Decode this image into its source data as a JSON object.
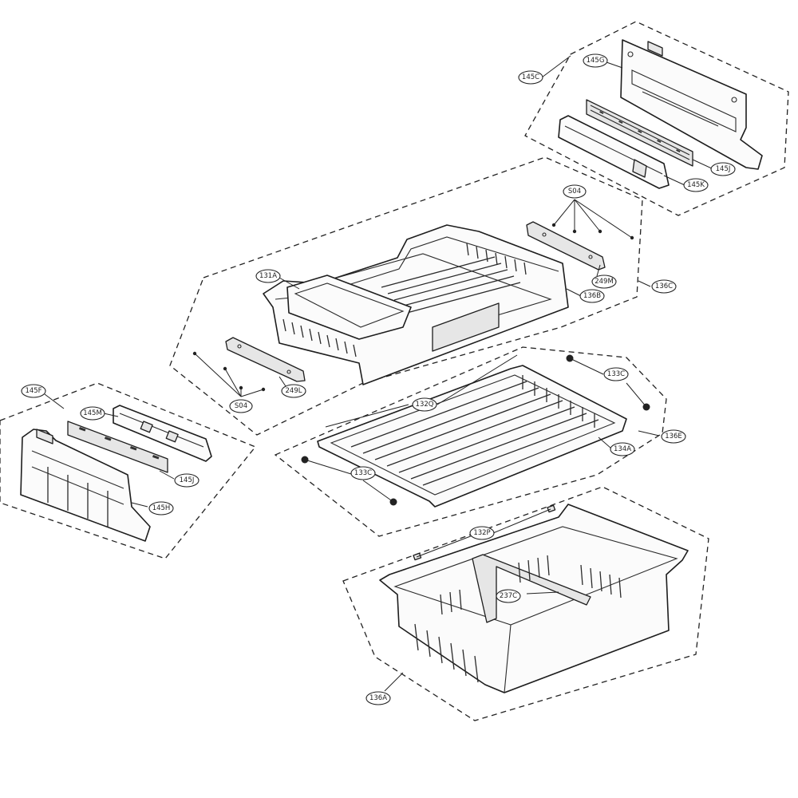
{
  "diagram": {
    "callouts": {
      "c145g": "145G",
      "c145c": "145C",
      "c145j_top": "145J",
      "c145k": "145K",
      "c504_top": "S04",
      "c249m": "249M",
      "c136c": "136C",
      "c131a": "131A",
      "c136b": "136B",
      "c249l": "249L",
      "c504_mid": "S04",
      "c145f": "145F",
      "c145m": "145M",
      "c145j_left": "145J",
      "c145h": "145H",
      "c133c_top": "133C",
      "c132q": "132Q",
      "c136e": "136E",
      "c134a": "134A",
      "c133c_left": "133C",
      "c132p": "132P",
      "c237c": "237C",
      "c136a": "136A"
    }
  }
}
